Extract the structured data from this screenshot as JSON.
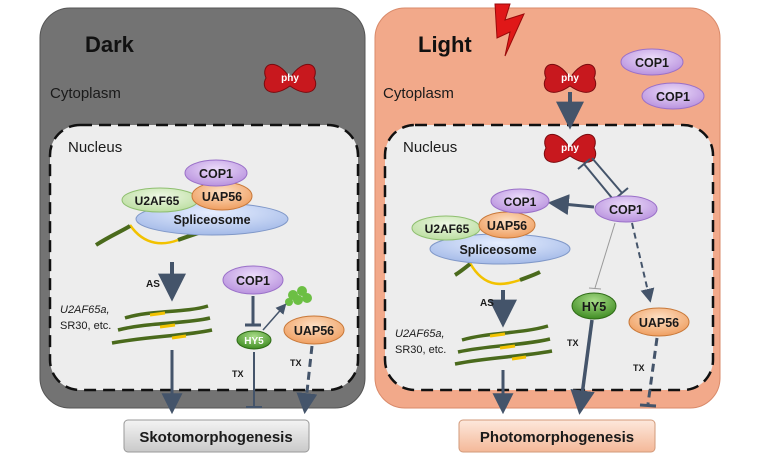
{
  "dark": {
    "title": "Dark",
    "cytoplasm": "Cytoplasm",
    "nucleus": "Nucleus",
    "phy": "phy",
    "cop1_top": "COP1",
    "u2af65": "U2AF65",
    "uap56_top": "UAP56",
    "spliceosome": "Spliceosome",
    "as_label": "AS",
    "gene_line1": "U2AF65a,",
    "gene_line2": "SR30, etc.",
    "cop1_side": "COP1",
    "hy5": "HY5",
    "uap56_side": "UAP56",
    "tx1": "TX",
    "tx2": "TX",
    "outcome": "Skotomorphogenesis"
  },
  "light": {
    "title": "Light",
    "cytoplasm": "Cytoplasm",
    "nucleus": "Nucleus",
    "phy_cyto": "phy",
    "phy_nuc": "phy",
    "cop1_a": "COP1",
    "cop1_b": "COP1",
    "cop1_splice": "COP1",
    "u2af65": "U2AF65",
    "uap56_splice": "UAP56",
    "spliceosome": "Spliceosome",
    "cop1_mid": "COP1",
    "as_label": "AS",
    "gene_line1": "U2AF65a,",
    "gene_line2": "SR30, etc.",
    "hy5": "HY5",
    "uap56_side": "UAP56",
    "tx1": "TX",
    "tx2": "TX",
    "outcome": "Photomorphogenesis"
  },
  "colors": {
    "dark_panel": "#737373",
    "light_panel": "#f2a98a",
    "nucleus_fill": "#ededed",
    "cop1": "#c9a6e8",
    "u2af65": "#cfe8b8",
    "uap56": "#f5b27a",
    "spliceosome": "#b7c9ef",
    "hy5": "#5ea93a",
    "phy": "#c8181e",
    "arrow": "#44546a",
    "rna_green": "#4a6a1c",
    "rna_yellow": "#f2c200"
  }
}
